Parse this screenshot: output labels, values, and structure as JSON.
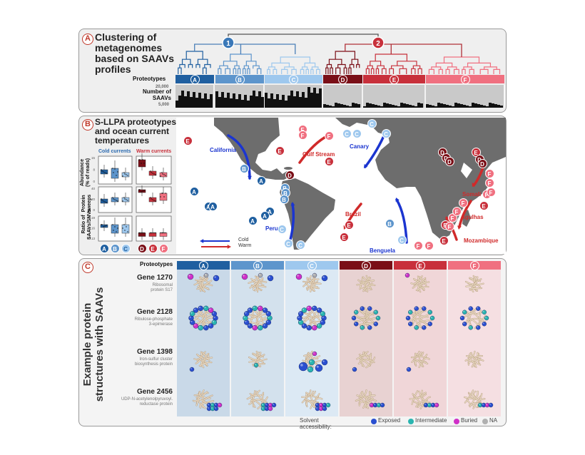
{
  "colors": {
    "A": "#1f5fa0",
    "B": "#5d95cc",
    "C": "#9ec8ee",
    "D": "#7a0f17",
    "E": "#c8303b",
    "F": "#f07080"
  },
  "panelA": {
    "letter": "A",
    "title": [
      "Clustering of",
      "metagenomes",
      "based on SAAVs",
      "profiles"
    ],
    "clusters": [
      "1",
      "2"
    ],
    "proteotypes_label": "Proteotypes",
    "saavs_label": [
      "Number of",
      "SAAVs"
    ],
    "ymax": "20,000",
    "ymin": "5,000",
    "proteotypes": [
      "A",
      "B",
      "C",
      "D",
      "E",
      "F"
    ]
  },
  "panelB": {
    "letter": "B",
    "title": [
      "S-LLPA proteotypes",
      "and ocean current",
      "temperatures"
    ],
    "cold_label": "Cold currents",
    "warm_label": "Warm currents",
    "row_labels": [
      [
        "Abundance",
        "(% of reads)"
      ],
      [
        "Protein",
        "sweeps"
      ],
      [
        "Ratio of",
        "SAAVs/SNVs"
      ]
    ],
    "axis_ticks": [
      [
        "0",
        "8",
        "15"
      ],
      [
        "0",
        "20",
        "40"
      ],
      [
        "0.13",
        "0.16",
        "0.19"
      ]
    ],
    "group_labels": [
      "A",
      "B",
      "C",
      "D",
      "E",
      "F"
    ],
    "currents": [
      "California",
      "Gulf Stream",
      "Canary",
      "Somali",
      "Agulhas",
      "Brazil",
      "Peru",
      "Benguela",
      "Mozambique"
    ],
    "legend_cold": "Cold",
    "legend_warm": "Warm"
  },
  "panelC": {
    "letter": "C",
    "title": [
      "Example protein",
      "structures with SAAVs"
    ],
    "proteotypes_label": "Proteotypes",
    "proteotypes": [
      "A",
      "B",
      "C",
      "D",
      "E",
      "F"
    ],
    "genes": [
      {
        "name": "Gene 1270",
        "desc": [
          "Ribosomal",
          "protein S17"
        ]
      },
      {
        "name": "Gene 2128",
        "desc": [
          "Ribulose-phosphate",
          "3-epimerase"
        ]
      },
      {
        "name": "Gene 1398",
        "desc": [
          "Iron-sulfur cluster",
          "biosynthesis protein"
        ]
      },
      {
        "name": "Gene 2456",
        "desc": [
          "UDP-N-acetylenolpyruvoyl.",
          "reductase protein"
        ]
      }
    ],
    "legend_title": "Solvent accessibility:",
    "legend_items": [
      {
        "label": "Exposed",
        "color": "#2a4fd0"
      },
      {
        "label": "Intermediate",
        "color": "#2ab5b0"
      },
      {
        "label": "Buried",
        "color": "#d030c8"
      },
      {
        "label": "NA",
        "color": "#b0b0b0"
      }
    ]
  }
}
